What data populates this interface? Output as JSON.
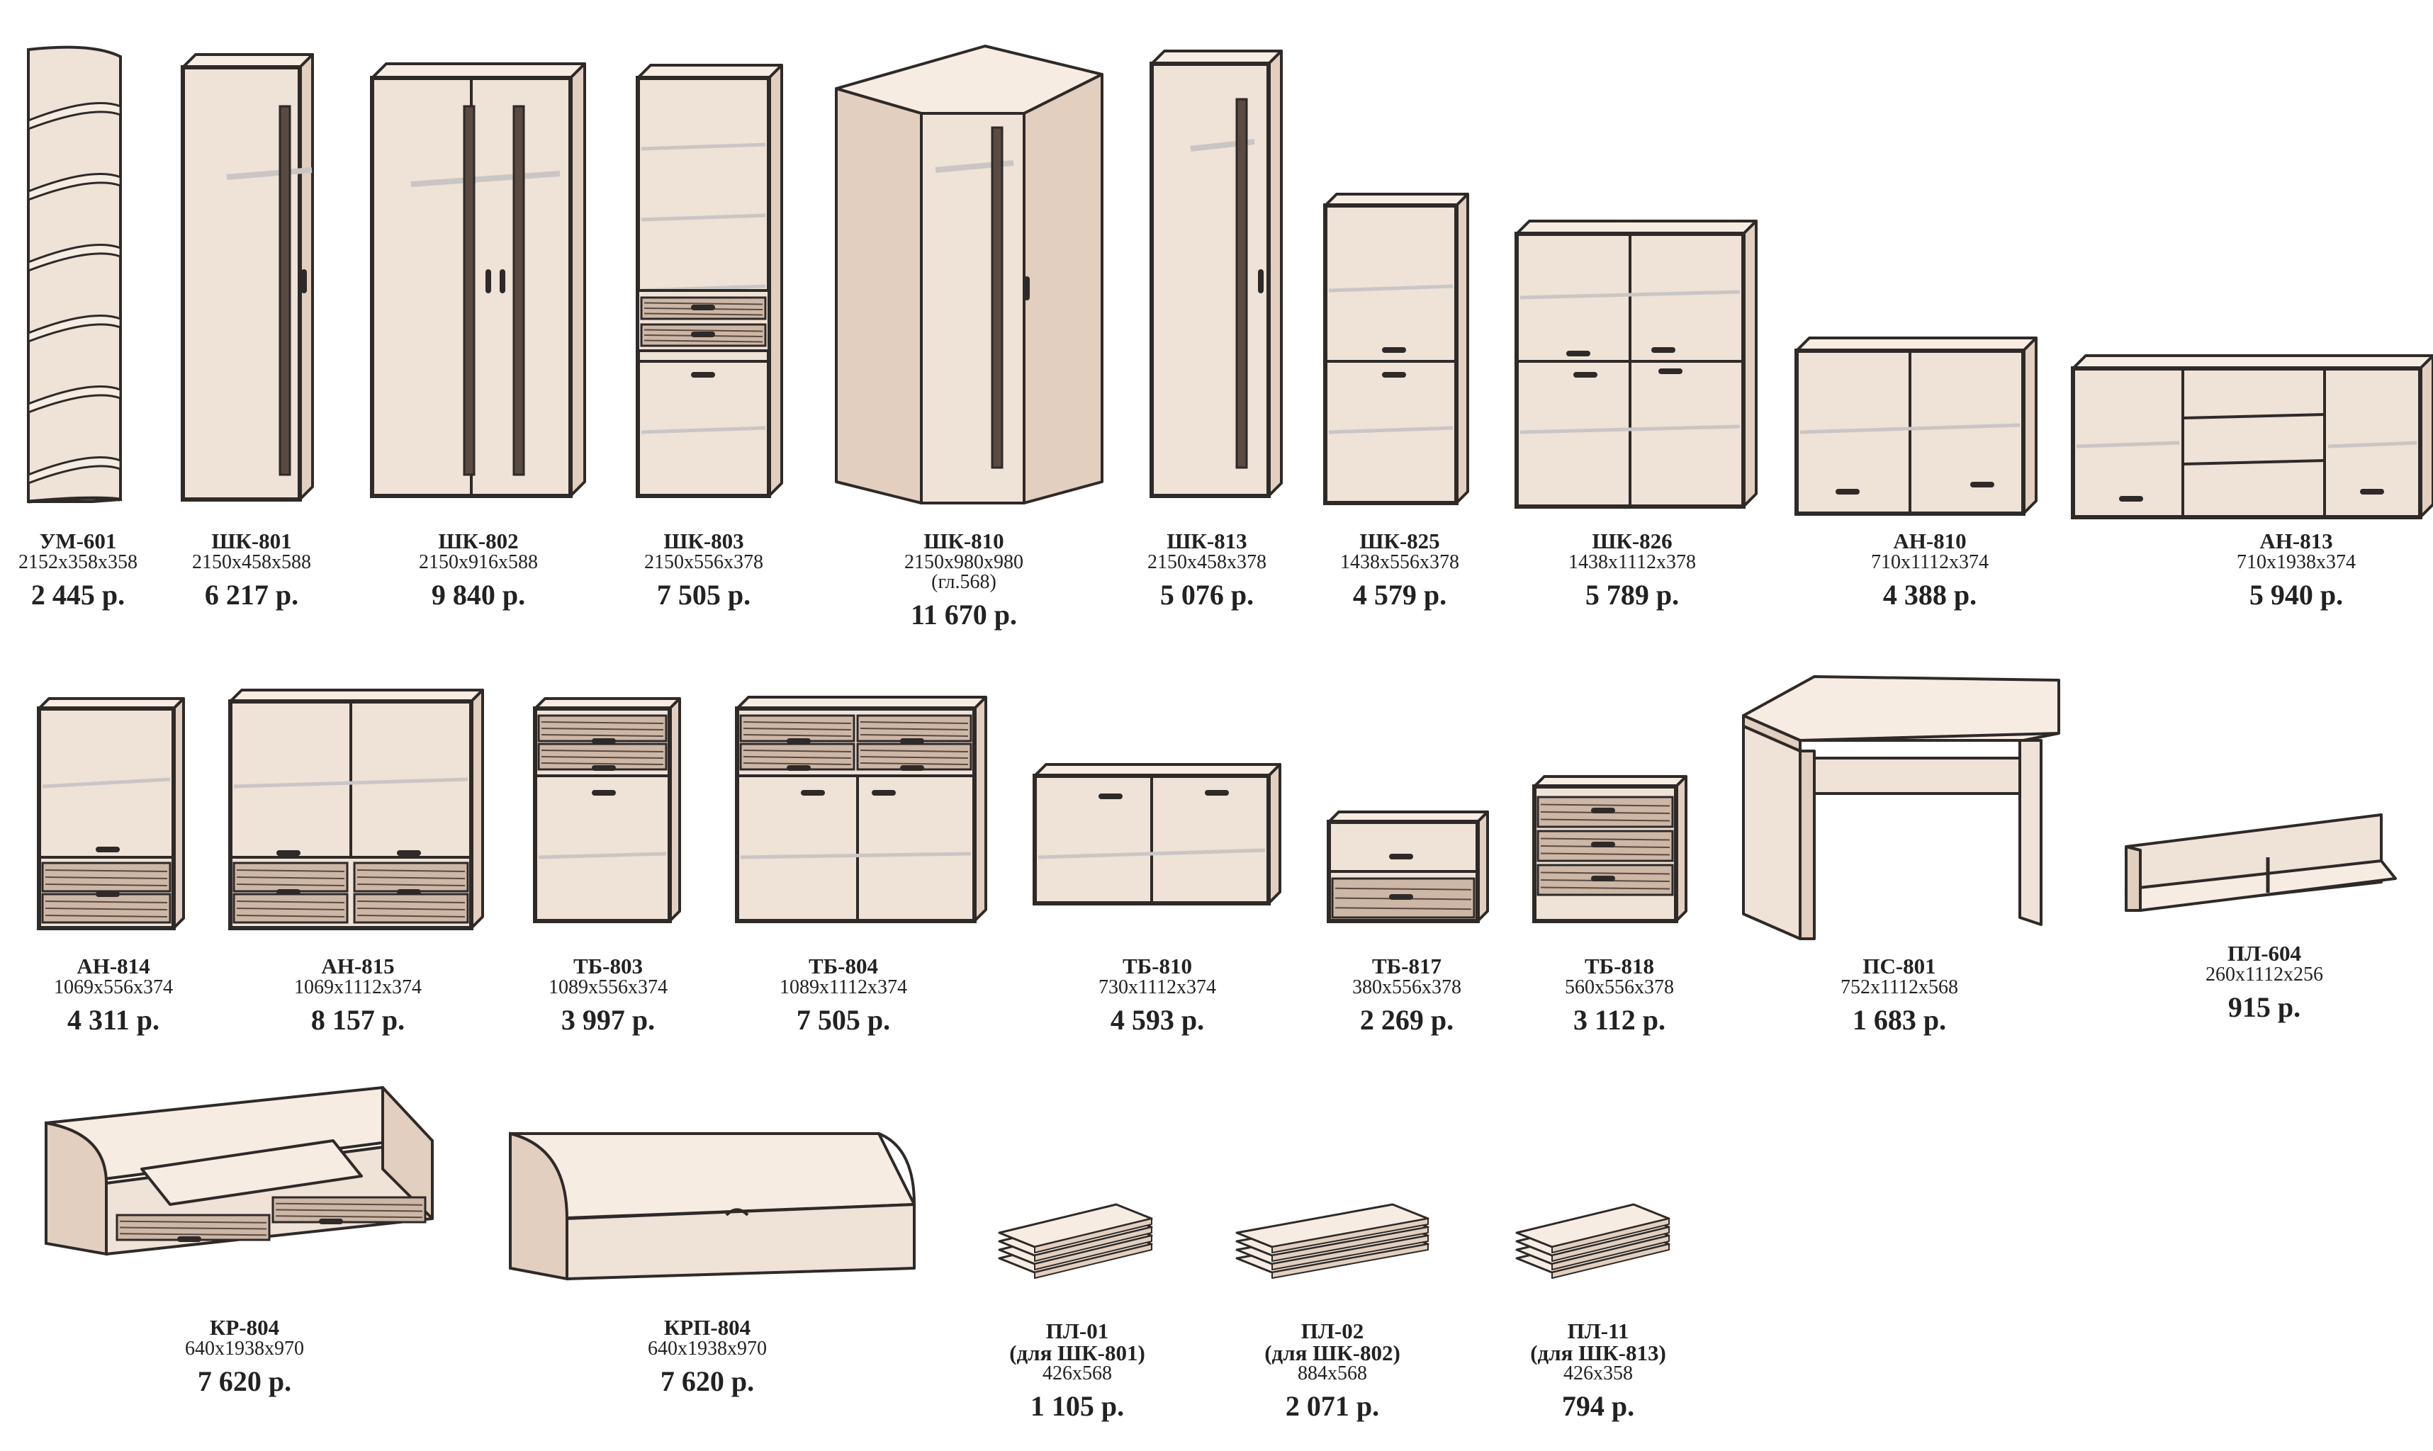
{
  "colors": {
    "body": "#efe2d6",
    "top": "#f7ece2",
    "side": "#e3cfbf",
    "edge": "#2e2a28",
    "glass": "#c9c6c4",
    "wood_dark": "#5b4a42",
    "wood_light": "#cdb7a6"
  },
  "items": [
    {
      "id": "um601",
      "code": "УМ-601",
      "dims": "2152х358х358",
      "price": "2 445 р.",
      "icon": "corner-open-shelf-icon"
    },
    {
      "id": "shk801",
      "code": "ШК-801",
      "dims": "2150х458х588",
      "price": "6 217 р.",
      "icon": "one-door-wardrobe-icon"
    },
    {
      "id": "shk802",
      "code": "ШК-802",
      "dims": "2150х916х588",
      "price": "9 840 р.",
      "icon": "two-door-wardrobe-icon"
    },
    {
      "id": "shk803",
      "code": "ШК-803",
      "dims": "2150х556х378",
      "price": "7 505 р.",
      "icon": "shelving-cabinet-icon"
    },
    {
      "id": "shk810",
      "code": "ШК-810",
      "dims": "2150х980х980",
      "note": "(гл.568)",
      "price": "11 670 р.",
      "icon": "corner-wardrobe-icon"
    },
    {
      "id": "shk813",
      "code": "ШК-813",
      "dims": "2150х458х378",
      "price": "5 076 р.",
      "icon": "narrow-wardrobe-icon"
    },
    {
      "id": "shk825",
      "code": "ШК-825",
      "dims": "1438х556х378",
      "price": "4 579 р.",
      "icon": "glass-cabinet-icon"
    },
    {
      "id": "shk826",
      "code": "ШК-826",
      "dims": "1438х1112х378",
      "price": "5 789 р.",
      "icon": "double-glass-cabinet-icon"
    },
    {
      "id": "an810",
      "code": "АН-810",
      "dims": "710х1112х374",
      "price": "4 388 р.",
      "icon": "wall-cabinet-icon"
    },
    {
      "id": "an813",
      "code": "АН-813",
      "dims": "710х1938х374",
      "price": "5 940 р.",
      "icon": "long-wall-cabinet-icon"
    },
    {
      "id": "an814",
      "code": "АН-814",
      "dims": "1069х556х374",
      "price": "4 311 р.",
      "icon": "showcase-icon"
    },
    {
      "id": "an815",
      "code": "АН-815",
      "dims": "1069х1112х374",
      "price": "8 157 р.",
      "icon": "double-showcase-icon"
    },
    {
      "id": "tb803",
      "code": "ТБ-803",
      "dims": "1089х556х374",
      "price": "3 997 р.",
      "icon": "dresser-icon"
    },
    {
      "id": "tb804",
      "code": "ТБ-804",
      "dims": "1089х1112х374",
      "price": "7 505 р.",
      "icon": "wide-dresser-icon"
    },
    {
      "id": "tb810",
      "code": "ТБ-810",
      "dims": "730х1112х374",
      "price": "4 593 р.",
      "icon": "tv-stand-icon"
    },
    {
      "id": "tb817",
      "code": "ТБ-817",
      "dims": "380х556х378",
      "price": "2 269 р.",
      "icon": "nightstand-icon"
    },
    {
      "id": "tb818",
      "code": "ТБ-818",
      "dims": "560х556х378",
      "price": "3 112 р.",
      "icon": "chest-of-drawers-icon"
    },
    {
      "id": "ps801",
      "code": "ПС-801",
      "dims": "752х1112х568",
      "price": "1 683 р.",
      "icon": "desk-icon"
    },
    {
      "id": "pl604",
      "code": "ПЛ-604",
      "dims": "260х1112х256",
      "price": "915 р.",
      "icon": "wall-shelf-icon"
    },
    {
      "id": "kr804",
      "code": "КР-804",
      "dims": "640х1938х970",
      "price": "7 620 р.",
      "icon": "bed-with-drawers-icon"
    },
    {
      "id": "krp804",
      "code": "КРП-804",
      "dims": "640х1938х970",
      "price": "7 620 р.",
      "icon": "bed-icon"
    },
    {
      "id": "pl01",
      "code": "ПЛ-01",
      "note": "(для ШК-801)",
      "dims": "426х568",
      "price": "1 105 р.",
      "icon": "shelf-set-icon"
    },
    {
      "id": "pl02",
      "code": "ПЛ-02",
      "note": "(для ШК-802)",
      "dims": "884х568",
      "price": "2 071 р.",
      "icon": "shelf-set-icon"
    },
    {
      "id": "pl11",
      "code": "ПЛ-11",
      "note": "(для ШК-813)",
      "dims": "426х358",
      "price": "794 р.",
      "icon": "shelf-set-icon"
    }
  ]
}
